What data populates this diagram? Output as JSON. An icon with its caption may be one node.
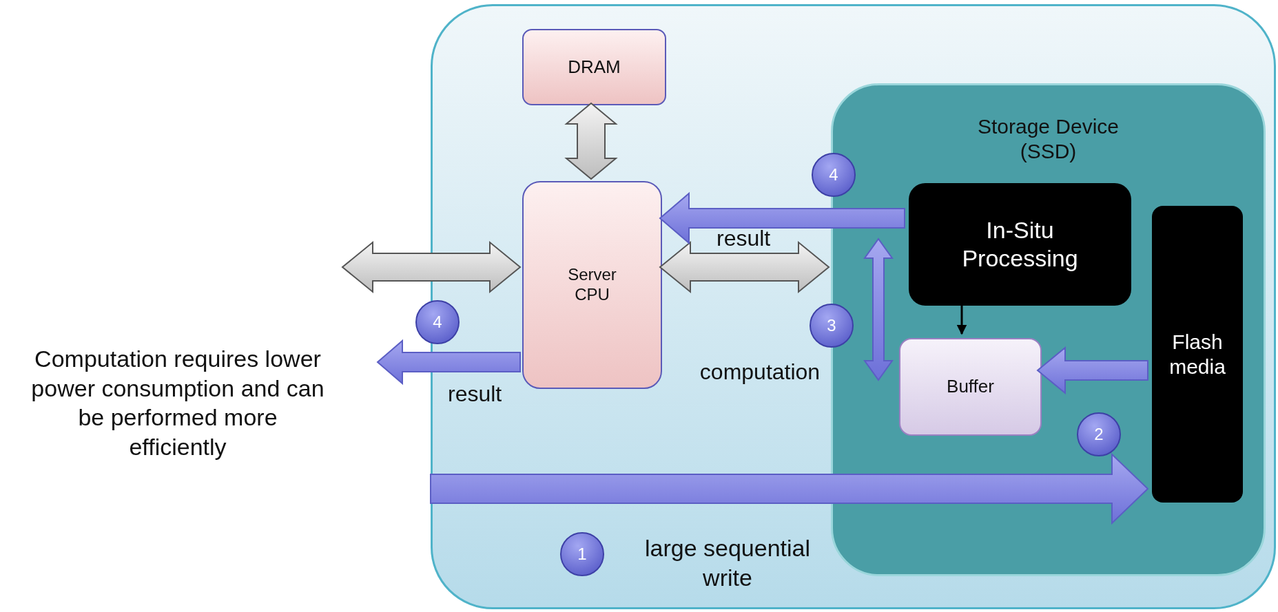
{
  "diagram": {
    "nodes": [
      {
        "text": [],
        "shape": "box"
      },
      {
        "text": [
          "DRAM"
        ],
        "in": 0
      },
      {
        "text": [
          "Server CPU"
        ],
        "in": 0
      },
      {
        "text": [
          "Storage Device (SSD)"
        ],
        "in": 0
      },
      {
        "text": [
          "In-Situ Processing"
        ],
        "in": 3
      },
      {
        "text": [
          "Flash media"
        ],
        "in": 3
      },
      {
        "text": [
          "Buffer"
        ],
        "in": 3
      },
      {
        "text": [
          "4"
        ],
        "in": 0
      },
      {
        "text": [
          "4"
        ]
      },
      {
        "text": [
          "3"
        ],
        "in": 0
      },
      {
        "text": [
          "2"
        ],
        "in": 3
      },
      {
        "text": [
          "1"
        ],
        "in": 0
      }
    ],
    "edges": [
      {
        "from": 1,
        "to": 2,
        "arrow": "both",
        "style": "thick",
        "color": "#d9d9d9"
      },
      {
        "from": null,
        "to": 2,
        "arrow": "both",
        "style": "thick",
        "color": "#d9d9d9"
      },
      {
        "from": 2,
        "to": 3,
        "arrow": "both",
        "style": "thick",
        "color": "#d9d9d9"
      },
      {
        "from": 4,
        "to": 2,
        "arrow": "to",
        "style": "thick",
        "label": "result"
      },
      {
        "from": 2,
        "to": null,
        "arrow": "to",
        "style": "thick",
        "label": "result"
      },
      {
        "from": 4,
        "to": 6,
        "arrow": "both",
        "color": "#000000"
      },
      {
        "from": 5,
        "to": 6,
        "arrow": "to",
        "style": "thick"
      },
      {
        "from": null,
        "to": 5,
        "arrow": "to",
        "style": "thick"
      },
      {
        "from": 4,
        "to": 6,
        "arrow": "both",
        "style": "thick"
      }
    ],
    "labels": [
      "Computation requires lower power consumption and can be performed more efficiently",
      "computation",
      "large sequential write"
    ]
  }
}
